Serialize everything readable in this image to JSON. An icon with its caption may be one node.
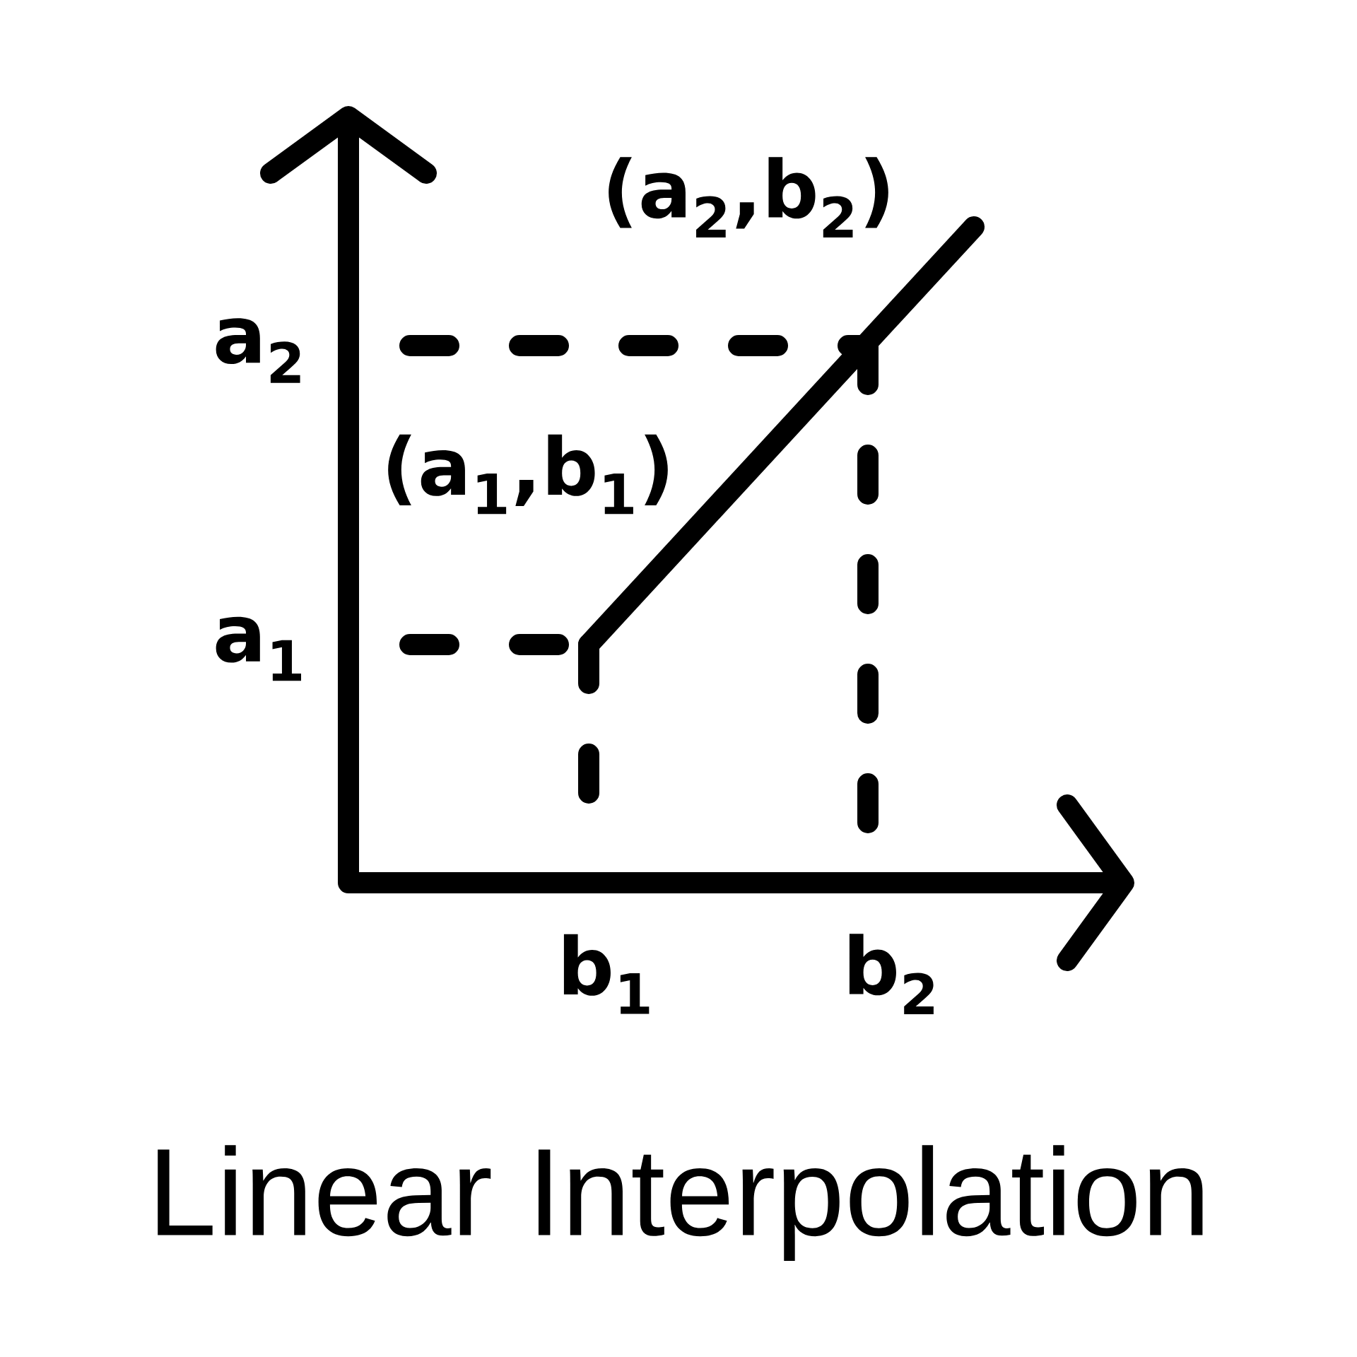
{
  "diagram": {
    "caption": "Linear Interpolation",
    "labels": [
      "(a$_{2}$,b$_{2}$)",
      "a$_{2}$",
      "(a$_{1}$,b$_{1}$)",
      "a$_{1}$",
      "b$_{1}$",
      "b$_{2}$"
    ]
  }
}
